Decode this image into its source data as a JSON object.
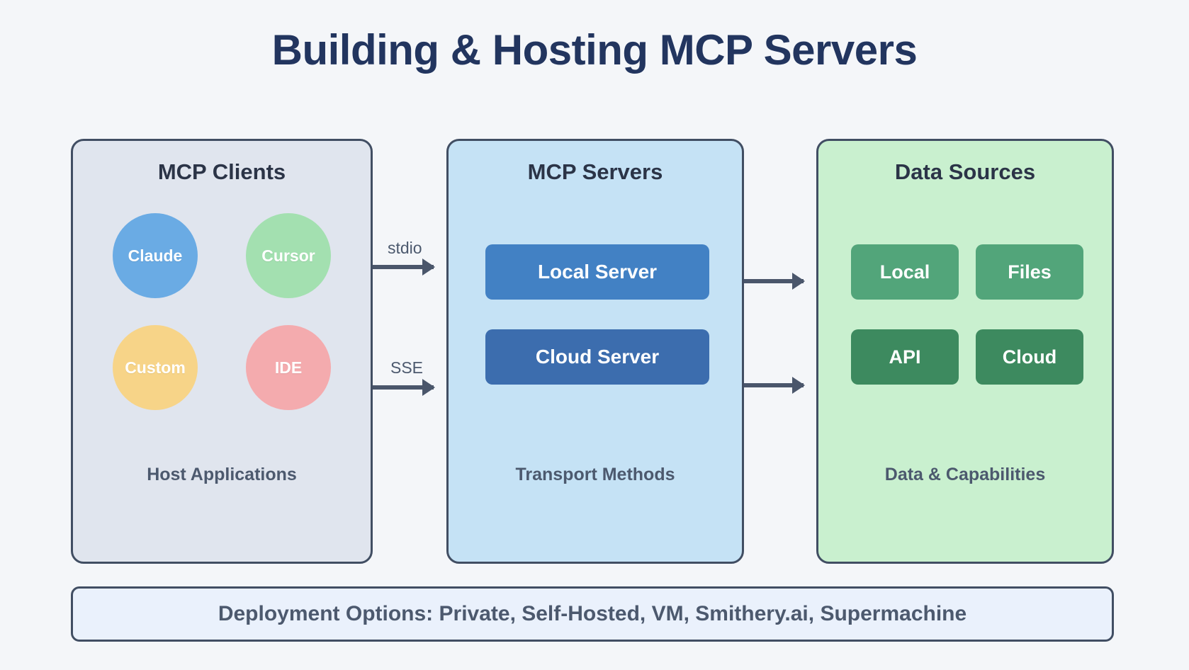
{
  "title": "Building & Hosting MCP Servers",
  "theme": {
    "background": "#f4f6f9",
    "title_color": "#22355f",
    "panel_border": "#414e63",
    "arrow_color": "#4a566b",
    "muted_text": "#4c596e"
  },
  "panels": [
    {
      "id": "mcp-clients",
      "title": "MCP Clients",
      "background": "#e0e5ee",
      "footer": "Host Applications",
      "nodes": [
        {
          "label": "Claude",
          "color": "#6aabe4",
          "shape": "circle"
        },
        {
          "label": "Cursor",
          "color": "#a3e0b0",
          "shape": "circle"
        },
        {
          "label": "Custom",
          "color": "#f7d488",
          "shape": "circle"
        },
        {
          "label": "IDE",
          "color": "#f4abae",
          "shape": "circle"
        }
      ]
    },
    {
      "id": "mcp-servers",
      "title": "MCP Servers",
      "background": "#c5e2f5",
      "footer": "Transport Methods",
      "nodes": [
        {
          "label": "Local Server",
          "color": "#4281c4",
          "shape": "rounded-rect"
        },
        {
          "label": "Cloud Server",
          "color": "#3c6dae",
          "shape": "rounded-rect"
        }
      ]
    },
    {
      "id": "data-sources",
      "title": "Data Sources",
      "background": "#c9f0cf",
      "footer": "Data & Capabilities",
      "nodes": [
        {
          "label": "Local",
          "color": "#52a57a",
          "shape": "rounded-rect"
        },
        {
          "label": "Files",
          "color": "#52a57a",
          "shape": "rounded-rect"
        },
        {
          "label": "API",
          "color": "#3d8a5f",
          "shape": "rounded-rect"
        },
        {
          "label": "Cloud",
          "color": "#3d8a5f",
          "shape": "rounded-rect"
        }
      ]
    }
  ],
  "arrows": [
    {
      "id": "clients-to-local-server",
      "label": "stdio",
      "from": "MCP Clients",
      "to": "Local Server"
    },
    {
      "id": "clients-to-cloud-server",
      "label": "SSE",
      "from": "MCP Clients",
      "to": "Cloud Server"
    },
    {
      "id": "local-server-to-sources",
      "label": "",
      "from": "Local Server",
      "to": "Data Sources"
    },
    {
      "id": "cloud-server-to-sources",
      "label": "",
      "from": "Cloud Server",
      "to": "Data Sources"
    }
  ],
  "deployment": {
    "text": "Deployment Options: Private, Self-Hosted, VM, Smithery.ai, Supermachine",
    "background": "#eaf1fc"
  }
}
